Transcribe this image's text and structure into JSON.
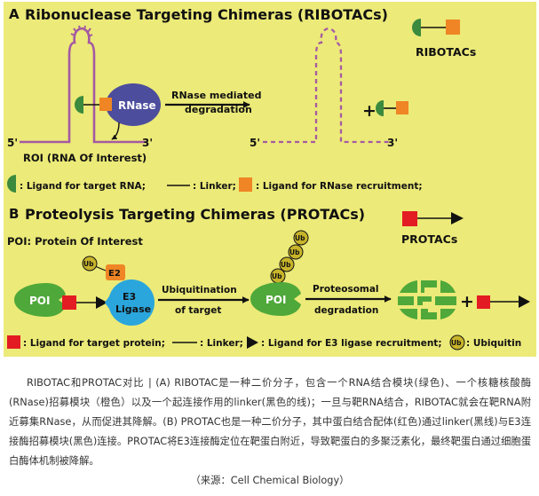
{
  "colors": {
    "panel_bg": "#ecea78",
    "rna_strand": "#a45aa2",
    "rnase": "#4c4d9c",
    "rna_ligand": "#3b8a3d",
    "rnase_ligand": "#ef8524",
    "poi": "#4fa83a",
    "e3": "#2aa6dc",
    "protein_ligand": "#e31b23",
    "ub": "#c8b42a",
    "ink": "#111111",
    "caption_text": "#333333"
  },
  "panel_a": {
    "letter": "A",
    "title": "Ribonuclease Targeting Chimeras (RIBOTACs)",
    "legend_name": "RIBOTACs",
    "rnase_label": "RNase",
    "arrow_label_line1": "RNase mediated",
    "arrow_label_line2": "degradation",
    "five_prime": "5'",
    "three_prime": "3'",
    "roi_label": "ROI (RNA Of Interest)",
    "plus": "+",
    "key_rna": ": Ligand for target RNA;",
    "key_linker": ": Linker;",
    "key_rnase": ": Ligand for RNase recruitment;"
  },
  "panel_b": {
    "letter": "B",
    "title": "Proteolysis Targeting Chimeras (PROTACs)",
    "poi_definition": "POI: Protein Of Interest",
    "legend_name": "PROTACs",
    "poi_label": "POI",
    "e2_label": "E2",
    "e3_label_line1": "E3",
    "e3_label_line2": "Ligase",
    "ub_label": "Ub",
    "ubiq_line1": "Ubiquitination",
    "ubiq_line2": "of target",
    "prot_line1": "Proteosomal",
    "prot_line2": "degradation",
    "plus": "+",
    "key_protein": ": Ligand for target protein;",
    "key_linker": ": Linker;",
    "key_e3": ": Ligand for E3 ligase recruitment;",
    "key_ub": ": Ubiquitin"
  },
  "caption": {
    "text": "RIBOTAC和PROTAC对比 | (A) RIBOTAC是一种二价分子，包含一个RNA结合模块(绿色)、一个核糖核酸酶(RNase)招募模块（橙色）以及一个起连接作用的linker(黑色的线)；一旦与靶RNA结合，RIBOTAC就会在靶RNA附近募集RNase，从而促进其降解。(B) PROTAC也是一种二价分子，其中蛋白结合配体(红色)通过linker(黑线)与E3连接酶招募模块(黑色)连接。PROTAC将E3连接酶定位在靶蛋白附近，导致靶蛋白的多聚泛素化，最终靶蛋白通过细胞蛋白酶体机制被降解。",
    "source": "（来源：Cell Chemical Biology）"
  }
}
